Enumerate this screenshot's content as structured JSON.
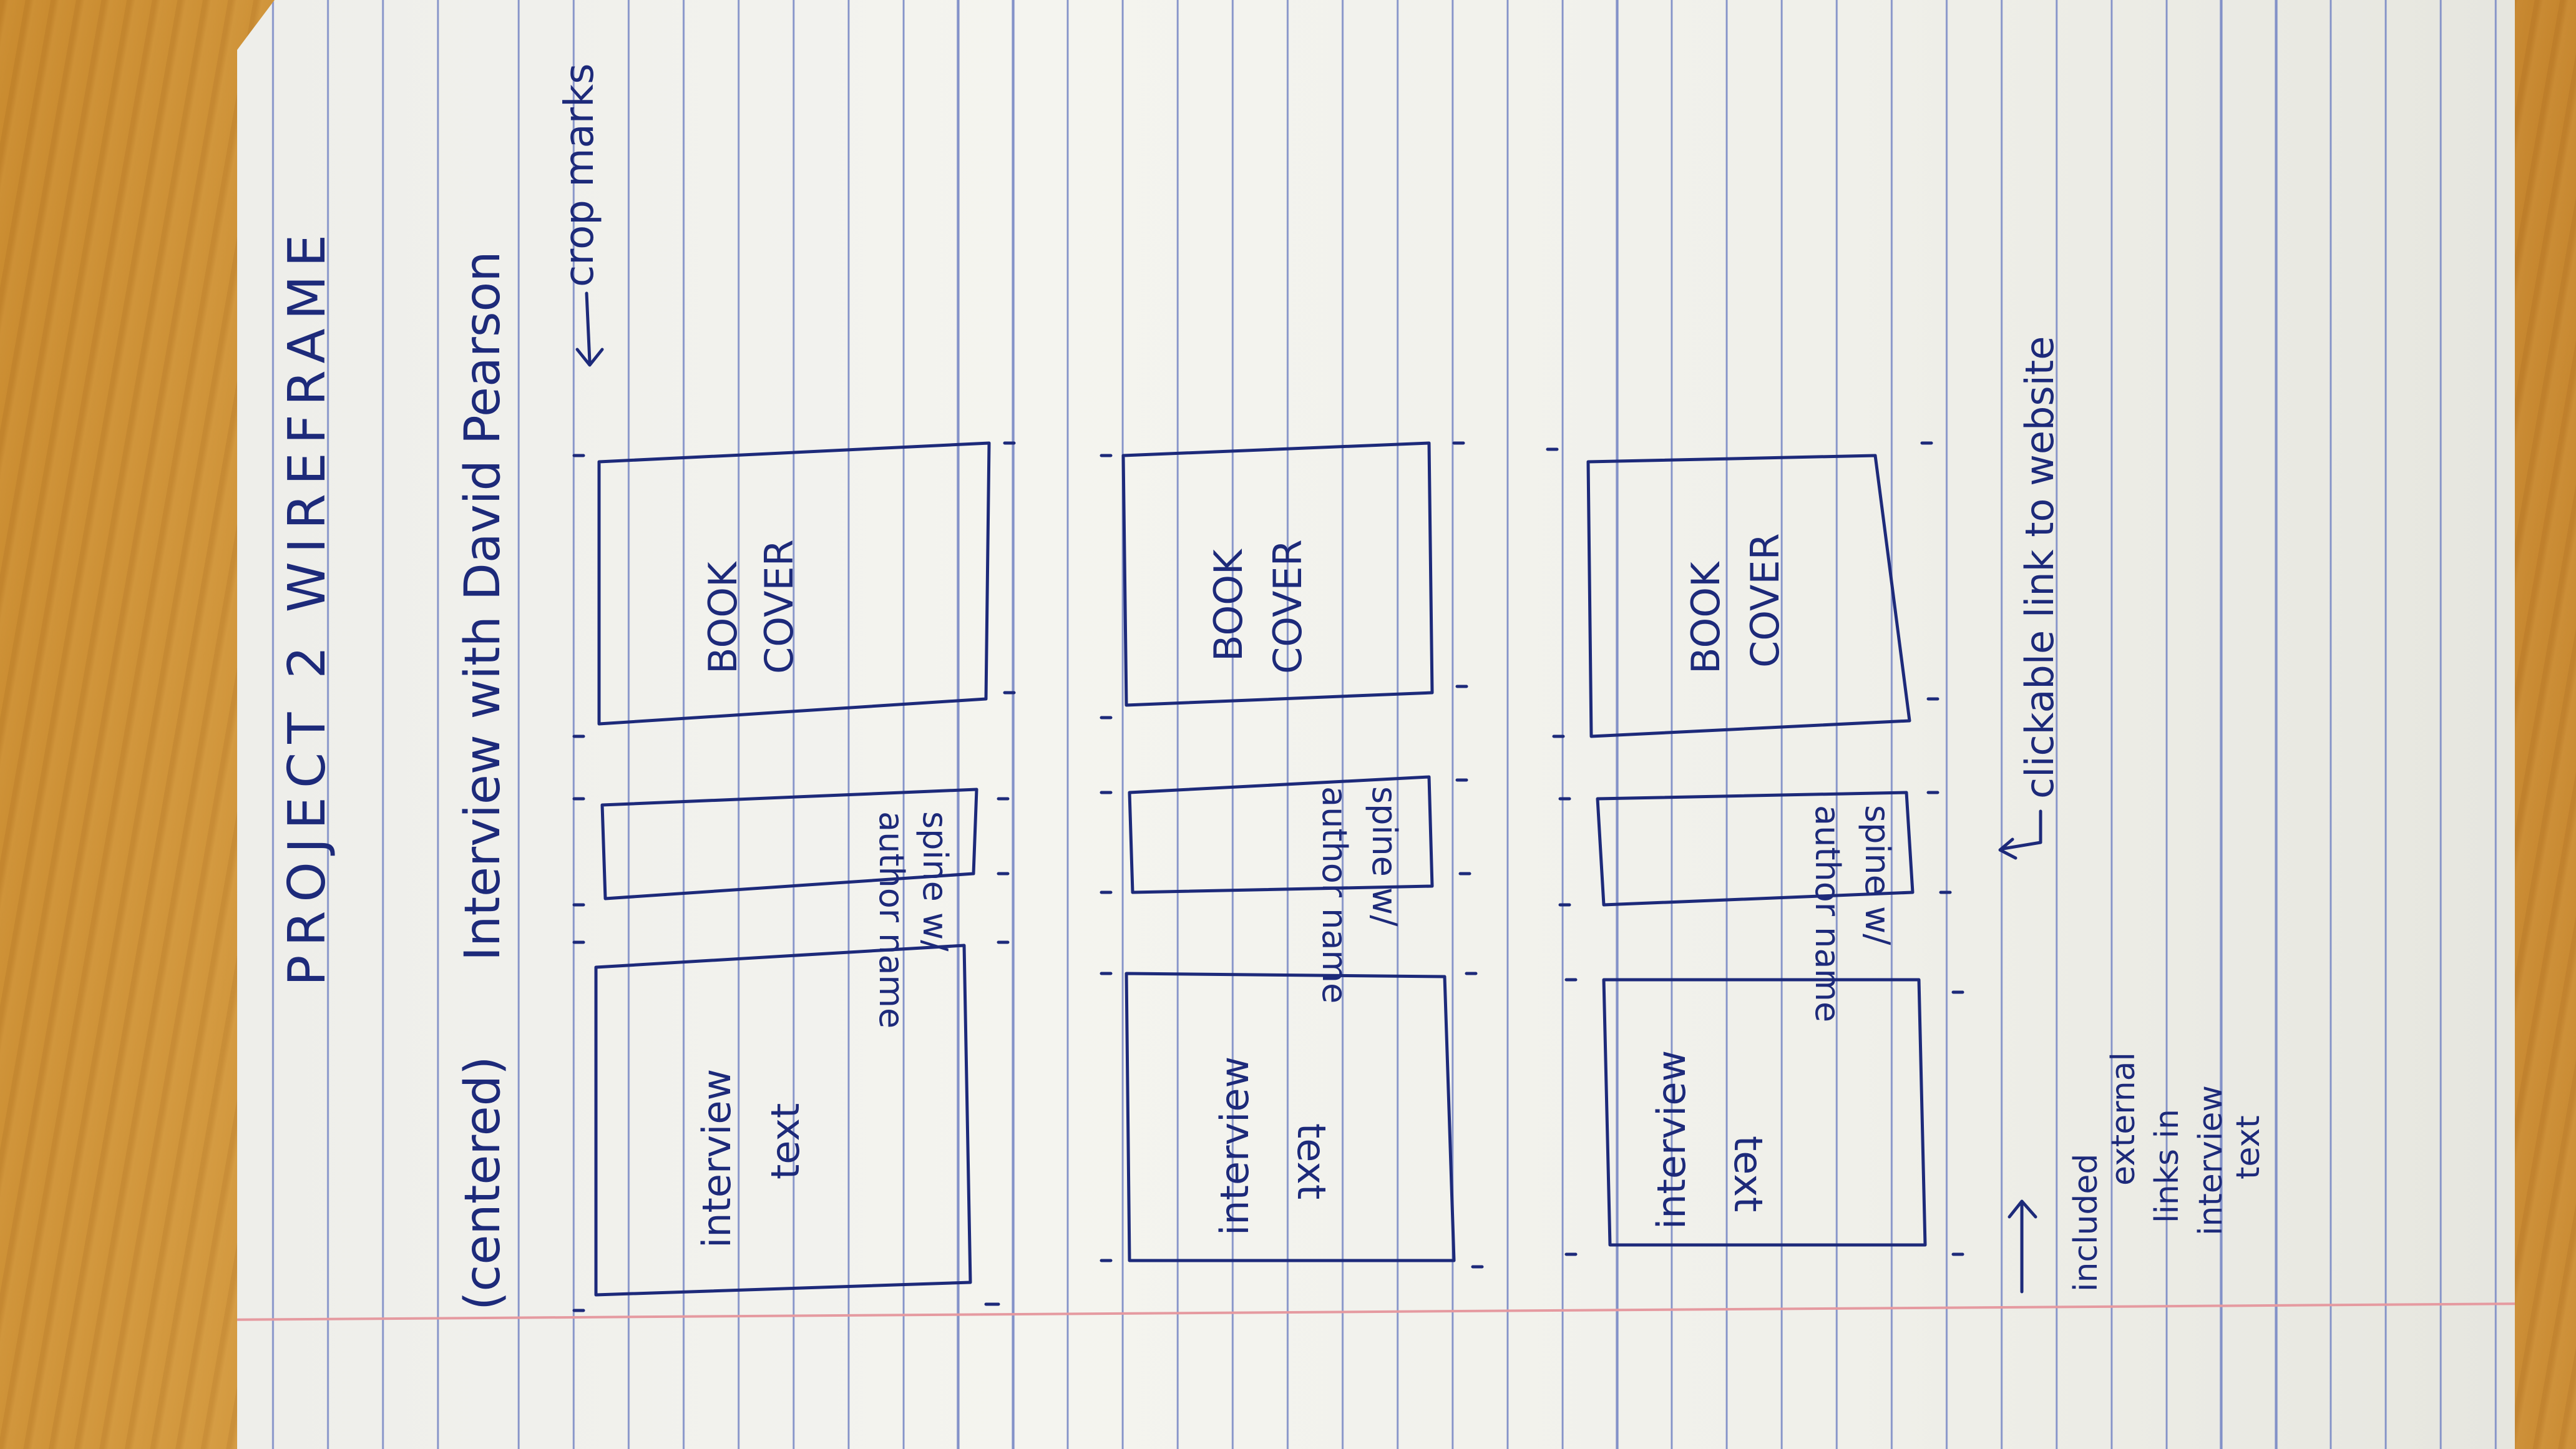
{
  "title": "PROJECT 2 WIREFRAME",
  "subtitle": "Interview with David Pearson",
  "centered_note": "(centered)",
  "crop_marks_note": "crop marks",
  "rows": [
    {
      "cover": [
        "BOOK",
        "COVER"
      ],
      "spine": [
        "spine w/",
        "author name"
      ],
      "text": [
        "interview",
        "text"
      ]
    },
    {
      "cover": [
        "BOOK",
        "COVER"
      ],
      "spine": [
        "spine w/",
        "author name"
      ],
      "text": [
        "interview",
        "text"
      ]
    },
    {
      "cover": [
        "BOOK",
        "COVER"
      ],
      "spine": [
        "spine w/",
        "author name"
      ],
      "text": [
        "interview",
        "text"
      ]
    }
  ],
  "clickable_note": "clickable link to website",
  "external_links_note": [
    "included",
    "external",
    "links in",
    "interview",
    "text"
  ]
}
